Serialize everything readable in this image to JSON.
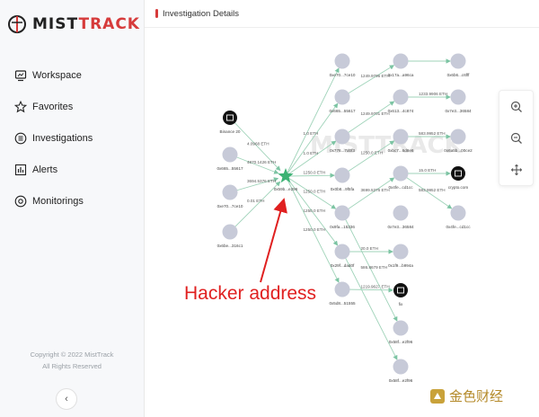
{
  "app": {
    "brand_a": "MIST",
    "brand_b": "TRACK"
  },
  "sidebar": {
    "items": [
      {
        "label": "Workspace",
        "icon": "workspace-icon"
      },
      {
        "label": "Favorites",
        "icon": "star-icon"
      },
      {
        "label": "Investigations",
        "icon": "list-icon"
      },
      {
        "label": "Alerts",
        "icon": "alert-chart-icon"
      },
      {
        "label": "Monitorings",
        "icon": "target-icon"
      }
    ],
    "copyright_line1": "Copyright © 2022 MistTrack",
    "copyright_line2": "All Rights Reserved",
    "collapse_glyph": "‹"
  },
  "header": {
    "title": "Investigation Details"
  },
  "graph": {
    "watermark": "MISTTRACK",
    "annotation": "Hacker address",
    "hacker_label": "0x59b...e296",
    "nodes": [
      {
        "id": "binance",
        "label": "Binance 20",
        "type": "exchange"
      },
      {
        "id": "l1",
        "label": "0x665...55617",
        "type": "address"
      },
      {
        "id": "l2",
        "label": "0xe70...7ce10",
        "type": "address"
      },
      {
        "id": "l3",
        "label": "0x6be...316c1",
        "type": "address"
      },
      {
        "id": "c1",
        "label": "0xe70...7ce10",
        "type": "address"
      },
      {
        "id": "c2",
        "label": "0x665...55617",
        "type": "address"
      },
      {
        "id": "c3",
        "label": "0x776...7d0f3",
        "type": "address"
      },
      {
        "id": "c4",
        "label": "0x0b8...9f5fa",
        "type": "address"
      },
      {
        "id": "c5",
        "label": "0x9fa...15336",
        "type": "address"
      },
      {
        "id": "c6",
        "label": "0x29f...dad0f",
        "type": "address"
      },
      {
        "id": "c7",
        "label": "0x5d8...51555",
        "type": "address"
      },
      {
        "id": "r1",
        "label": "0x17a...a96ca",
        "type": "address"
      },
      {
        "id": "r2",
        "label": "0x613...4c874",
        "type": "address"
      },
      {
        "id": "r3",
        "label": "0xbc7...6d8e8",
        "type": "address"
      },
      {
        "id": "r4",
        "label": "0x4fe...cd1cc",
        "type": "address"
      },
      {
        "id": "r5",
        "label": "0x7e3...36584",
        "type": "address"
      },
      {
        "id": "r6",
        "label": "0x1f9...b994a",
        "type": "address"
      },
      {
        "id": "fix",
        "label": "fix",
        "type": "exchange"
      },
      {
        "id": "r8",
        "label": "0x58f...e2f96",
        "type": "address"
      },
      {
        "id": "r9",
        "label": "0x58f...e2f96",
        "type": "address"
      },
      {
        "id": "f1",
        "label": "0x6b6...c6fff",
        "type": "address"
      },
      {
        "id": "f2",
        "label": "0x7e3...36584",
        "type": "address"
      },
      {
        "id": "f3",
        "label": "0x6a5b...00ce2",
        "type": "address"
      },
      {
        "id": "crypto",
        "label": "crypto.com",
        "type": "exchange"
      },
      {
        "id": "f5",
        "label": "0x4fe...cd1cc",
        "type": "address"
      }
    ],
    "edges": [
      {
        "from": "binance",
        "to": "hacker",
        "label": "4.0968 ETH"
      },
      {
        "from": "l1",
        "to": "hacker",
        "label": "4870.1426 ETH"
      },
      {
        "from": "l2",
        "to": "hacker",
        "label": "3694.5376 ETH"
      },
      {
        "from": "l3",
        "to": "hacker",
        "label": "0.01 ETH"
      },
      {
        "from": "hacker",
        "to": "c1",
        "label": ""
      },
      {
        "from": "hacker",
        "to": "c2",
        "label": "1.0 ETH"
      },
      {
        "from": "hacker",
        "to": "c3",
        "label": "1.0 ETH"
      },
      {
        "from": "hacker",
        "to": "c4",
        "label": "1250.0 ETH"
      },
      {
        "from": "hacker",
        "to": "c5",
        "label": "1250.0 ETH"
      },
      {
        "from": "hacker",
        "to": "c6",
        "label": "1250.0 ETH"
      },
      {
        "from": "hacker",
        "to": "c7",
        "label": "1250.0 ETH"
      },
      {
        "from": "c2",
        "to": "r1",
        "label": "1249.9796 ETH"
      },
      {
        "from": "c3",
        "to": "r2",
        "label": "1249.9701 ETH"
      },
      {
        "from": "c4",
        "to": "r3",
        "label": "1250.0 ETH"
      },
      {
        "from": "c5",
        "to": "r4",
        "label": "3699.5376 ETH"
      },
      {
        "from": "c6",
        "to": "r6",
        "label": "20.0 ETH"
      },
      {
        "from": "c7",
        "to": "fix",
        "label": "1219.9627 ETH"
      },
      {
        "from": "c5",
        "to": "r8",
        "label": "586.8679 ETH"
      },
      {
        "from": "r2",
        "to": "f2",
        "label": "1233.9906 ETH"
      },
      {
        "from": "r3",
        "to": "f3",
        "label": "583.9952 ETH"
      },
      {
        "from": "r4",
        "to": "crypto",
        "label": "15.0 ETH"
      },
      {
        "from": "r4",
        "to": "f5",
        "label": "583.9952 ETH"
      },
      {
        "from": "r1",
        "to": "f1",
        "label": ""
      },
      {
        "from": "c6",
        "to": "r9",
        "label": ""
      }
    ]
  },
  "zoom": {
    "in": "zoom-in",
    "out": "zoom-out",
    "fit": "move"
  },
  "watermark_corner": "金色财经"
}
